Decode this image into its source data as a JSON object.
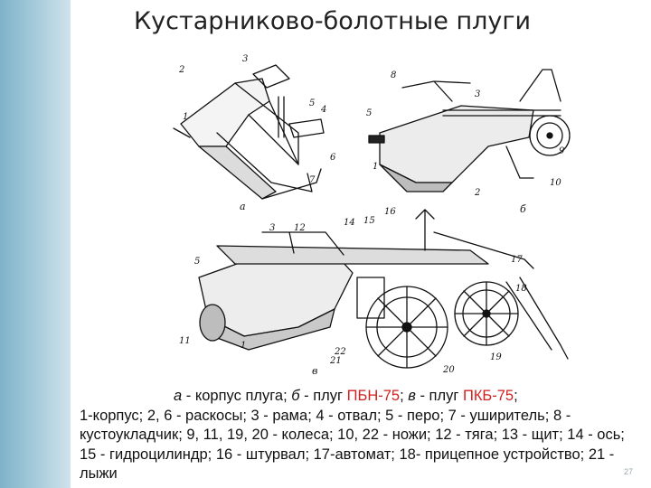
{
  "slide": {
    "title": "Кустарниково-болотные плуги",
    "page_number": "27"
  },
  "figure": {
    "subfigure_labels": [
      "а",
      "б",
      "в"
    ],
    "part_numbers": {
      "a": [
        "1",
        "2",
        "3",
        "4",
        "5",
        "6",
        "7"
      ],
      "b": [
        "1",
        "2",
        "3",
        "5",
        "8",
        "9",
        "10"
      ],
      "v": [
        "1",
        "3",
        "5",
        "11",
        "12",
        "14",
        "15",
        "16",
        "17",
        "18",
        "19",
        "20",
        "21",
        "22"
      ]
    }
  },
  "caption": {
    "a_letter": "а",
    "a_text": " - корпус плуга; ",
    "b_letter": "б",
    "b_text": " - плуг ",
    "b_model": "ПБН-75",
    "v_sep": "; ",
    "v_letter": "в",
    "v_text": " - плуг ",
    "v_model": "ПКБ-75",
    "v_end": ";",
    "legend": "1-корпус; 2, 6 - раскосы; 3 - рама; 4 - отвал; 5 - перо; 7 - уширитель; 8 - кустоукладчик; 9, 11, 19, 20 - колеса; 10, 22 - ножи; 12 - тяга; 13 - щит; 14 - ось; 15 - гидроцилиндр; 16 - штурвал; 17-автомат; 18- прицепное устройство; 21 - лыжи"
  }
}
